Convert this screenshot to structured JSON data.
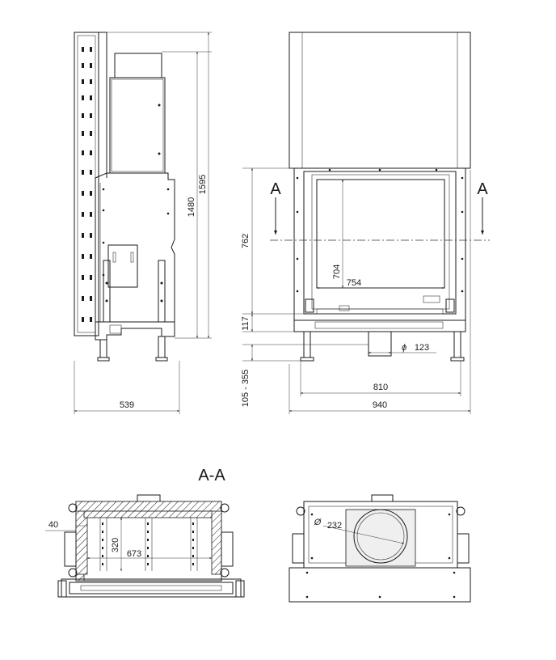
{
  "labels": {
    "section_left": "A",
    "section_right": "A",
    "section_title": "A-A"
  },
  "dimensions": {
    "side_height_inner": "1480",
    "side_height_outer": "1595",
    "side_width": "539",
    "front_door_height": "762",
    "front_glass_height": "704",
    "front_glass_width": "754",
    "front_base_height": "117",
    "front_legs_range": "105 - 355",
    "front_flue_diameter": "123",
    "front_inner_width": "810",
    "front_total_width": "940",
    "section_wall": "40",
    "section_depth": "320",
    "section_width": "673",
    "top_flue_diameter": "232"
  },
  "symbols": {
    "diameter": "ϕ",
    "diameter_alt": "Ø"
  }
}
